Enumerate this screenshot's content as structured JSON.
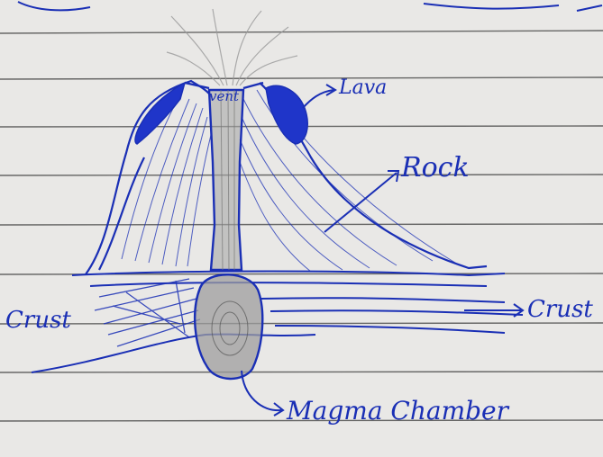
{
  "labels": {
    "vent": "vent",
    "lava": "Lava",
    "rock": "Rock",
    "crust_left": "Crust",
    "crust_right": "Crust",
    "magma_chamber": "Magma Chamber"
  },
  "colors": {
    "paper": "#e9e8e6",
    "ruled_line": "#3b3b3b",
    "ink": "#1a2fb5",
    "pencil": "#8b8b8b"
  }
}
